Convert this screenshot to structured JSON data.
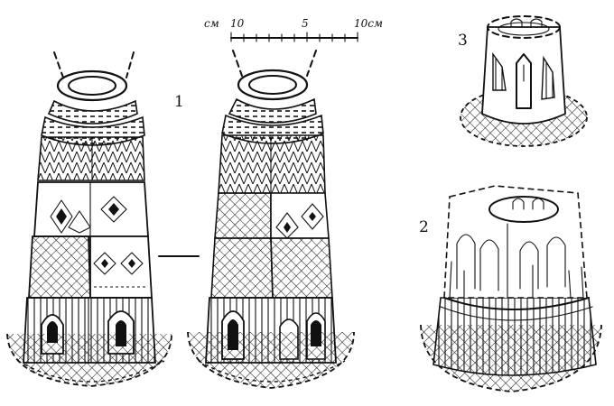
{
  "figure": {
    "labels": {
      "object_1": "1",
      "object_2": "2",
      "object_3": "3"
    },
    "scale": {
      "unit_left": "см",
      "tick_0": "10",
      "tick_mid": "5",
      "tick_end": "10см"
    }
  }
}
